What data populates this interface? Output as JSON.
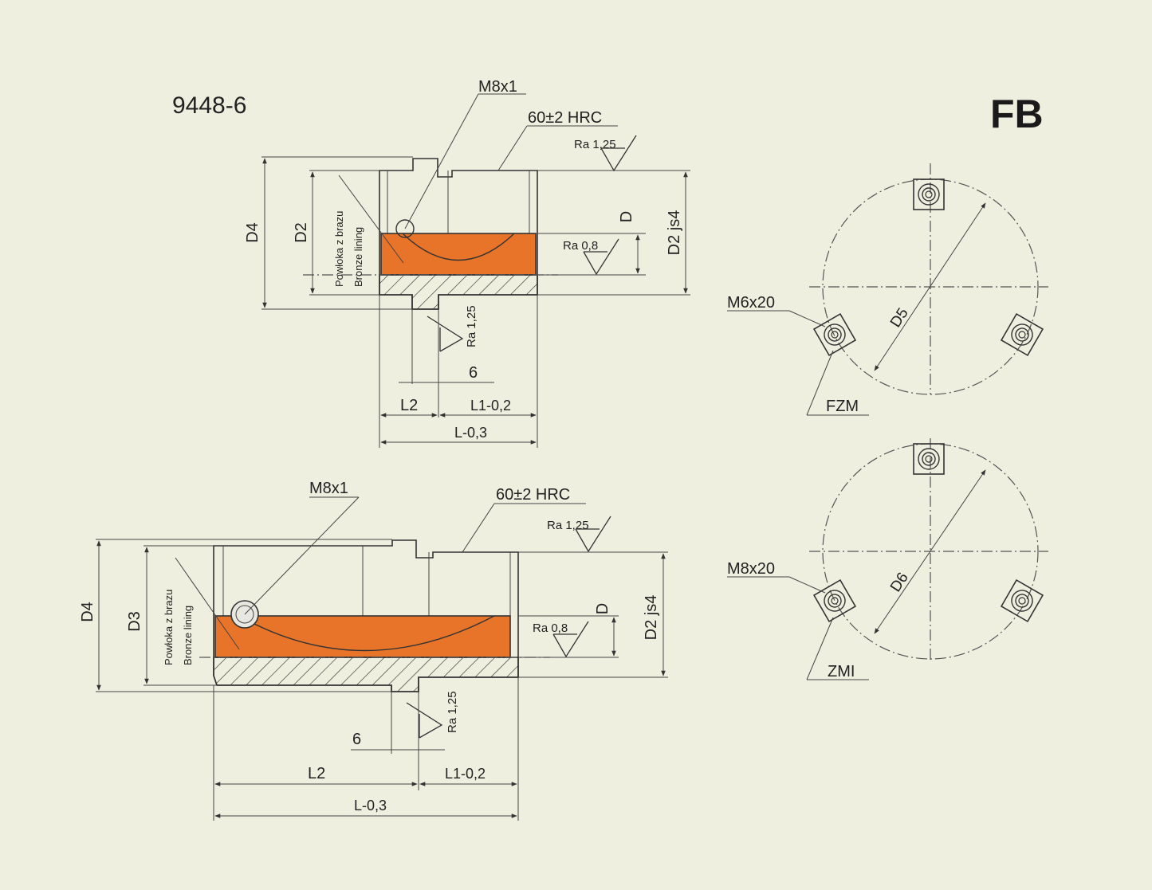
{
  "header": {
    "standard": "9448-6",
    "series": "FB"
  },
  "colors": {
    "background": "#efefe0",
    "bronze": "#e8742a",
    "line": "#333333"
  },
  "top_drawing": {
    "thread": "M8x1",
    "hardness": "60±2 HRC",
    "ra_outer": "Ra 1,25",
    "ra_inner": "Ra 0,8",
    "ra_flange": "Ra 1,25",
    "lining_pl": "Powłoka z brazu",
    "lining_en": "Bronze lining",
    "dim_d4": "D4",
    "dim_d2": "D2",
    "dim_d": "D",
    "dim_d2js4": "D2 js4",
    "dim_6": "6",
    "dim_l2": "L2",
    "dim_l1": "L1-0,2",
    "dim_l": "L-0,3"
  },
  "bottom_drawing": {
    "thread": "M8x1",
    "hardness": "60±2 HRC",
    "ra_outer": "Ra 1,25",
    "ra_inner": "Ra 0,8",
    "ra_flange": "Ra 1,25",
    "lining_pl": "Powłoka z brazu",
    "lining_en": "Bronze lining",
    "dim_d4": "D4",
    "dim_d3": "D3",
    "dim_d": "D",
    "dim_d2js4": "D2 js4",
    "dim_6": "6",
    "dim_l2": "L2",
    "dim_l1": "L1-0,2",
    "dim_l": "L-0,3"
  },
  "pattern_fzm": {
    "screw": "M6x20",
    "dia": "D5",
    "label": "FZM"
  },
  "pattern_zmi": {
    "screw": "M8x20",
    "dia": "D6",
    "label": "ZMI"
  }
}
